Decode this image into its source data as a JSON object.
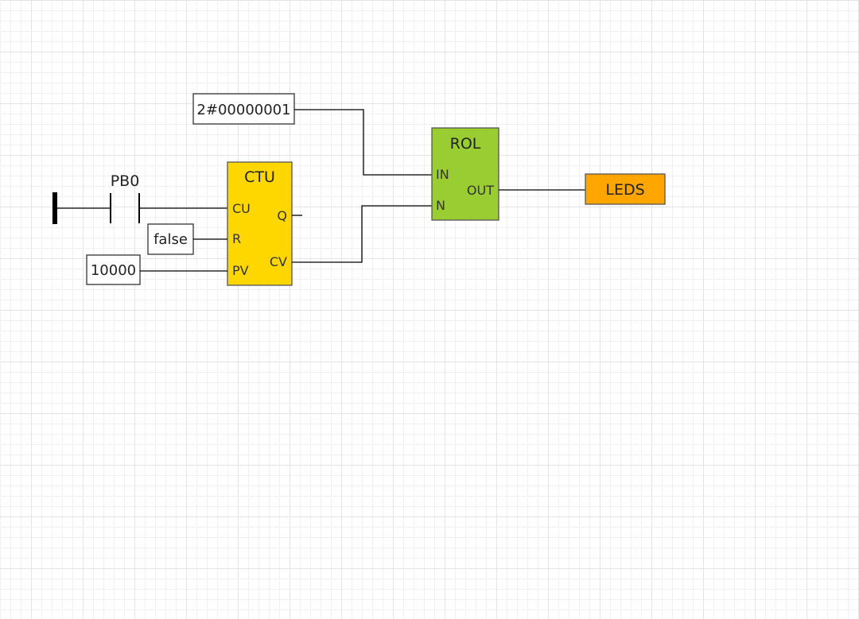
{
  "rungs": [
    {
      "contact": {
        "variable": "PB0"
      },
      "counter": {
        "type": "CTU",
        "inputs": [
          "CU",
          "R",
          "PV"
        ],
        "outputs": [
          "Q",
          "CV"
        ],
        "reset_value": "false",
        "preset_value": "10000"
      },
      "rotate": {
        "type": "ROL",
        "inputs": [
          "IN",
          "N"
        ],
        "output": "OUT",
        "in_value": "2#00000001"
      },
      "output_variable": "LEDS"
    }
  ],
  "colors": {
    "counter_block": "#ffd700",
    "rotate_block": "#9acd32",
    "output_variable": "#ffa500",
    "wire": "#000000",
    "grid": "#e4e4e4"
  }
}
